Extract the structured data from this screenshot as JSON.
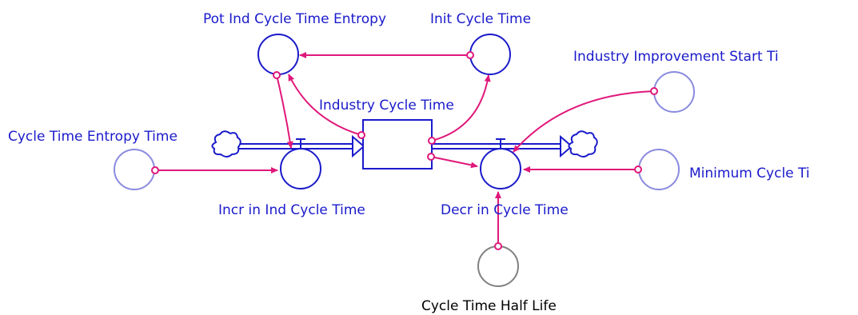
{
  "nodes": {
    "pot_ind_cycle_time_entropy": "Pot Ind Cycle Time Entropy",
    "init_cycle_time": "Init Cycle Time",
    "industry_improvement_start_time": "Industry Improvement Start Ti",
    "industry_cycle_time": "Industry Cycle Time",
    "cycle_time_entropy_time": "Cycle Time Entropy Time",
    "minimum_cycle_time": "Minimum Cycle Ti",
    "incr_in_ind_cycle_time": "Incr in Ind Cycle Time",
    "decr_in_cycle_time": "Decr in Cycle Time",
    "cycle_time_half_life": "Cycle Time Half Life"
  },
  "colors": {
    "stock_flow": "#1a1acb",
    "constant": "#8a8ae0",
    "link": "#e0187a",
    "shadow_constant": "#808080"
  }
}
